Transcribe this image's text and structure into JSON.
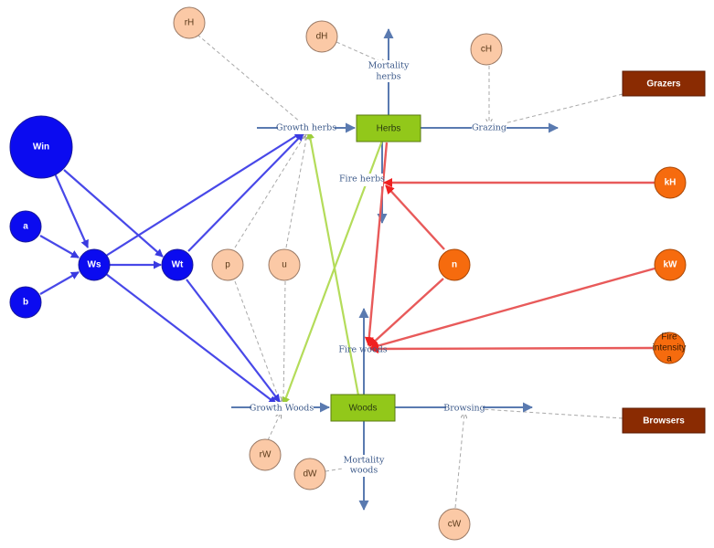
{
  "colors": {
    "blue": "#0b0bf0",
    "blue_edge": "#4848e8",
    "peach": "#fbc9a6",
    "peach_stroke": "#9a7a66",
    "orange": "#f66b0e",
    "red_edge": "#e85a5a",
    "green_box": "#92c81a",
    "green_edge": "#b4dc5a",
    "flow": "#5a7ab0",
    "dashed": "#a8a8a8",
    "brown_box": "#8a2b02"
  },
  "nodes": {
    "win": "Win",
    "a": "a",
    "b": "b",
    "ws": "Ws",
    "wt": "Wt",
    "rh": "rH",
    "dh": "dH",
    "ch": "cH",
    "p": "p",
    "u": "u",
    "rw": "rW",
    "dw": "dW",
    "cw": "cW",
    "n": "n",
    "kh": "kH",
    "kw": "kW",
    "fire_intensity": [
      "Fire",
      "intensity",
      "a"
    ]
  },
  "boxes": {
    "herbs": "Herbs",
    "woods": "Woods",
    "grazers": "Grazers",
    "browsers": "Browsers"
  },
  "flows": {
    "growth_herbs": "Growth herbs",
    "grazing": "Grazing",
    "mortality_herbs": [
      "Mortality",
      "herbs"
    ],
    "fire_herbs": "Fire herbs",
    "fire_woods": "Fire woods",
    "growth_woods": "Growth Woods",
    "browsing": "Browsing",
    "mortality_woods": [
      "Mortality",
      "woods"
    ]
  }
}
